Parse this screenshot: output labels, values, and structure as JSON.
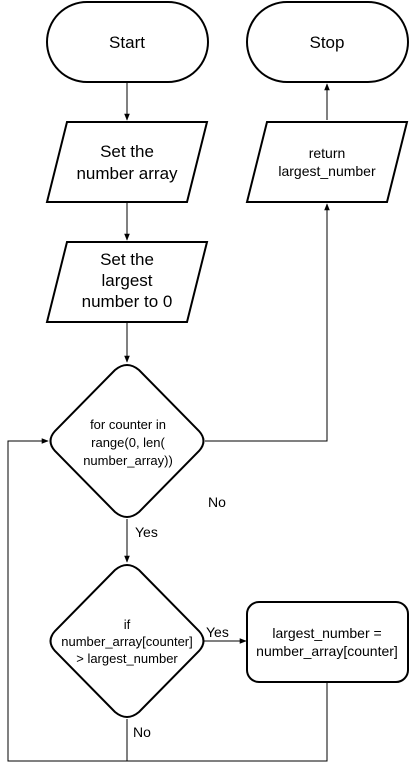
{
  "nodes": {
    "start": {
      "lines": [
        "Start"
      ]
    },
    "stop": {
      "lines": [
        "Stop"
      ]
    },
    "set_array": {
      "lines": [
        "Set the",
        "number array"
      ]
    },
    "set_largest": {
      "lines": [
        "Set the",
        "largest",
        "number to 0"
      ]
    },
    "return_largest": {
      "lines": [
        "return",
        "largest_number"
      ]
    },
    "for_loop": {
      "lines": [
        "for counter in",
        "range(0, len(",
        "number_array))"
      ]
    },
    "if_compare": {
      "lines": [
        "if",
        "number_array[counter]",
        "> largest_number"
      ]
    },
    "assign_largest": {
      "lines": [
        "largest_number =",
        "number_array[counter]"
      ]
    }
  },
  "edge_labels": {
    "loop_no": "No",
    "loop_yes": "Yes",
    "if_yes": "Yes",
    "if_no": "No"
  }
}
